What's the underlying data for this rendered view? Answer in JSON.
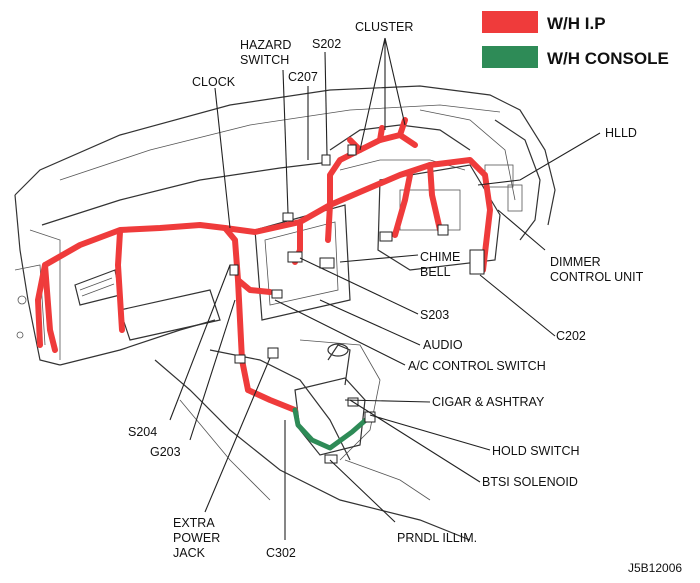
{
  "legend": [
    {
      "label": "W/H I.P",
      "color": "#ef3b3b"
    },
    {
      "label": "W/H CONSOLE",
      "color": "#2e8b57"
    }
  ],
  "labels": {
    "cluster": "CLUSTER",
    "hazard_1": "HAZARD",
    "hazard_2": "SWITCH",
    "s202": "S202",
    "c207": "C207",
    "clock": "CLOCK",
    "hlld": "HLLD",
    "dimmer_1": "DIMMER",
    "dimmer_2": "CONTROL UNIT",
    "chime_1": "CHIME",
    "chime_2": "BELL",
    "s203": "S203",
    "c202": "C202",
    "audio": "AUDIO",
    "ac": "A/C CONTROL SWITCH",
    "cigar": "CIGAR & ASHTRAY",
    "hold": "HOLD SWITCH",
    "btsi": "BTSI SOLENOID",
    "prndl": "PRNDL ILLIM.",
    "s204": "S204",
    "g203": "G203",
    "extra_1": "EXTRA",
    "extra_2": "POWER",
    "extra_3": "JACK",
    "c302": "C302"
  },
  "figure_code": "J5B12006"
}
